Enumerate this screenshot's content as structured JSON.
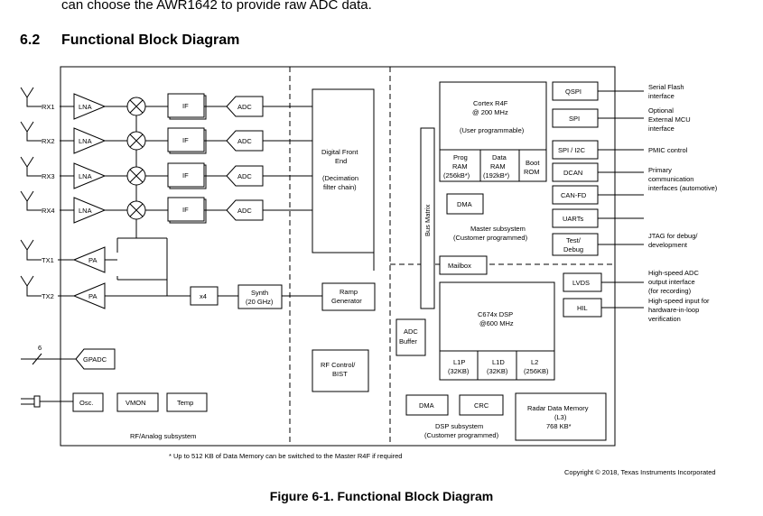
{
  "intro_text": "can choose the AWR1642 to provide raw ADC data.",
  "section": {
    "number": "6.2",
    "title": "Functional Block Diagram"
  },
  "rf": {
    "rx_labels": [
      "RX1",
      "RX2",
      "RX3",
      "RX4"
    ],
    "tx_labels": [
      "TX1",
      "TX2"
    ],
    "lna": "LNA",
    "if": "IF",
    "adc": "ADC",
    "pa": "PA",
    "x4": "x4",
    "synth_line1": "Synth",
    "synth_line2": "(20 GHz)",
    "ramp_line1": "Ramp",
    "ramp_line2": "Generator",
    "gpadc": "GPADC",
    "gpadc_bus": "6",
    "osc": "Osc.",
    "vmon": "VMON",
    "temp": "Temp",
    "subsystem": "RF/Analog subsystem"
  },
  "dfe": {
    "line1": "Digital Front",
    "line2": "End",
    "line3": "(Decimation",
    "line4": "filter chain)"
  },
  "rf_control": {
    "line1": "RF Control/",
    "line2": "BIST"
  },
  "adc_buffer": {
    "line1": "ADC",
    "line2": "Buffer"
  },
  "bus_matrix": "Bus Matrix",
  "master": {
    "cortex_line1": "Cortex R4F",
    "cortex_line2": "@ 200 MHz",
    "cortex_line3": "(User programmable)",
    "prog_ram": [
      "Prog",
      "RAM",
      "(256kB*)"
    ],
    "data_ram": [
      "Data",
      "RAM",
      "(192kB*)"
    ],
    "boot_rom": [
      "Boot",
      "ROM"
    ],
    "dma": "DMA",
    "subsystem_line1": "Master subsystem",
    "subsystem_line2": "(Customer programmed)",
    "mailbox": "Mailbox"
  },
  "peripherals": {
    "qspi": "QSPI",
    "spi": "SPI",
    "spi_i2c": "SPI / I2C",
    "dcan": "DCAN",
    "can_fd": "CAN-FD",
    "uarts": "UARTs",
    "test_line1": "Test/",
    "test_line2": "Debug",
    "lvds": "LVDS",
    "hil": "HIL"
  },
  "ext_labels": {
    "qspi": [
      "Serial Flash",
      "interface"
    ],
    "spi": [
      "Optional",
      "External MCU",
      "interface"
    ],
    "pmic": [
      "PMIC control"
    ],
    "comm": [
      "Primary",
      "communication",
      "interfaces (automotive)"
    ],
    "jtag": [
      "JTAG for debug/",
      "development"
    ],
    "lvds": [
      "High-speed ADC",
      "output interface",
      "(for recording)"
    ],
    "hil": [
      "High-speed input for",
      "hardware-in-loop",
      "verification"
    ]
  },
  "dsp": {
    "line1": "C674x DSP",
    "line2": "@600 MHz",
    "l1p": [
      "L1P",
      "(32KB)"
    ],
    "l1d": [
      "L1D",
      "(32KB)"
    ],
    "l2": [
      "L2",
      "(256KB)"
    ],
    "dma": "DMA",
    "crc": "CRC",
    "subsystem_line1": "DSP subsystem",
    "subsystem_line2": "(Customer programmed)",
    "radar_line1": "Radar Data Memory",
    "radar_line2": "(L3)",
    "radar_line3": "768 KB*"
  },
  "footnote": "* Up to 512 KB of Data Memory can be switched to the Master R4F if required",
  "copyright": "Copyright © 2018, Texas Instruments Incorporated",
  "caption": "Figure 6-1. Functional Block Diagram"
}
